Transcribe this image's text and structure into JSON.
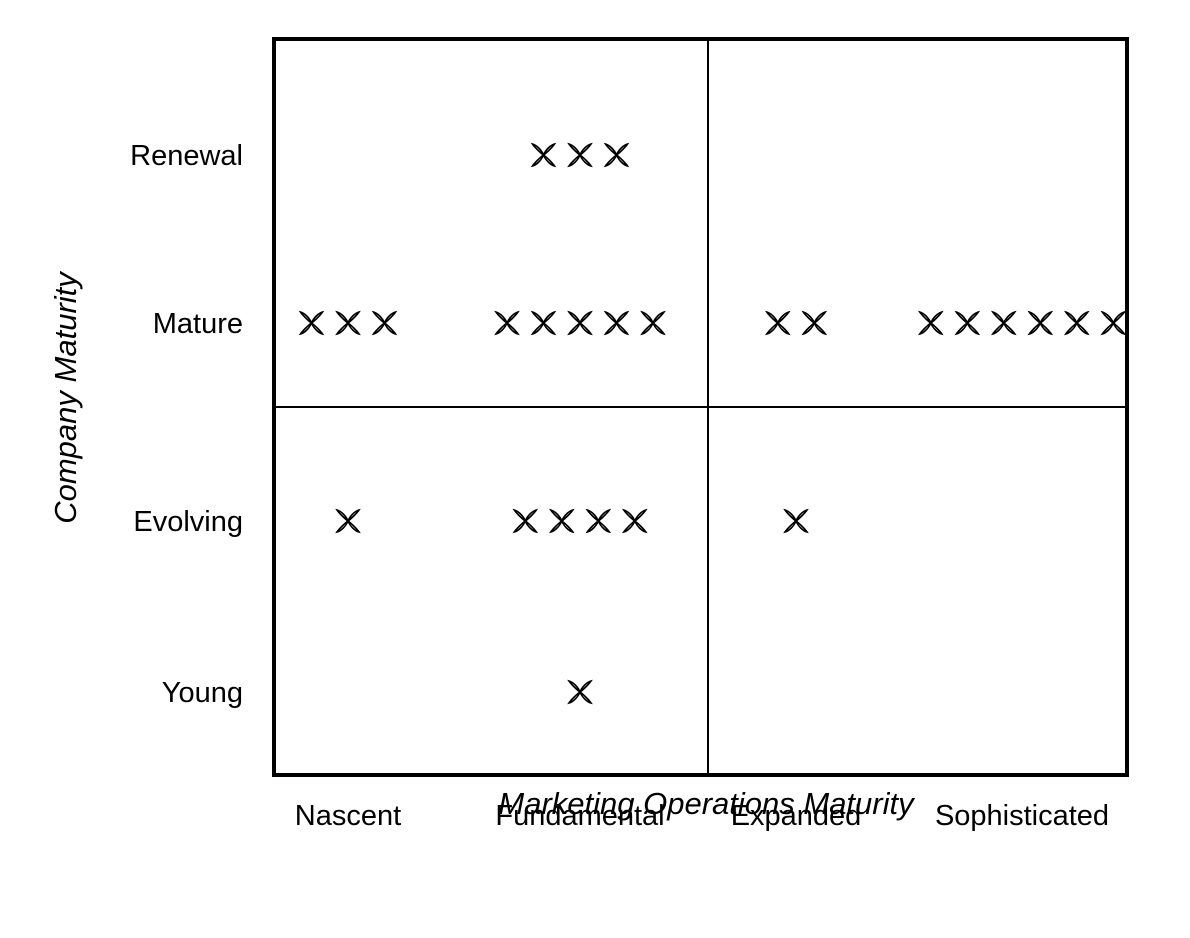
{
  "chart_data": {
    "type": "scatter",
    "title": "",
    "xlabel": "Marketing Operations Maturity",
    "ylabel": "Company Maturity",
    "x_categories": [
      "Nascent",
      "Fundamental",
      "Expanded",
      "Sophisticated"
    ],
    "y_categories": [
      "Young",
      "Evolving",
      "Mature",
      "Renewal"
    ],
    "quadrant_dividers": {
      "x_between": [
        "Fundamental",
        "Expanded"
      ],
      "y_between": [
        "Evolving",
        "Mature"
      ]
    },
    "grid": false,
    "legend": "none",
    "marker": "x-flower",
    "points": [
      {
        "x": "Fundamental",
        "y": "Renewal",
        "count": 3
      },
      {
        "x": "Nascent",
        "y": "Mature",
        "count": 3
      },
      {
        "x": "Fundamental",
        "y": "Mature",
        "count": 5
      },
      {
        "x": "Expanded",
        "y": "Mature",
        "count": 2
      },
      {
        "x": "Sophisticated",
        "y": "Mature",
        "count": 6
      },
      {
        "x": "Nascent",
        "y": "Evolving",
        "count": 1
      },
      {
        "x": "Fundamental",
        "y": "Evolving",
        "count": 4
      },
      {
        "x": "Expanded",
        "y": "Evolving",
        "count": 1
      },
      {
        "x": "Fundamental",
        "y": "Young",
        "count": 1
      }
    ],
    "colors": {
      "frame": "#000000",
      "marker": "#000000",
      "background": "#ffffff"
    }
  }
}
